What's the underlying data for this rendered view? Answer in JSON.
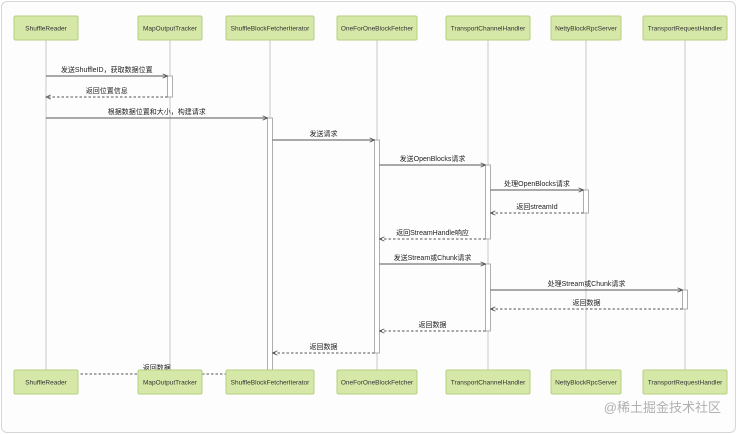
{
  "actors": [
    {
      "id": "sr",
      "name": "ShuffleReader"
    },
    {
      "id": "mot",
      "name": "MapOutputTracker"
    },
    {
      "id": "sbfi",
      "name": "ShuffleBlockFetcherIterator"
    },
    {
      "id": "oofbf",
      "name": "OneForOneBlockFetcher"
    },
    {
      "id": "tch",
      "name": "TransportChannelHandler"
    },
    {
      "id": "nbrs",
      "name": "NettyBlockRpcServer"
    },
    {
      "id": "trh",
      "name": "TransportRequestHandler"
    }
  ],
  "messages": [
    {
      "from": "sr",
      "to": "mot",
      "label": "发送ShuffleID，获取数据位置",
      "type": "call"
    },
    {
      "from": "mot",
      "to": "sr",
      "label": "返回位置信息",
      "type": "return"
    },
    {
      "from": "sr",
      "to": "sbfi",
      "label": "根据数据位置和大小，构建请求",
      "type": "call"
    },
    {
      "from": "sbfi",
      "to": "oofbf",
      "label": "发送请求",
      "type": "call"
    },
    {
      "from": "oofbf",
      "to": "tch",
      "label": "发送OpenBlocks请求",
      "type": "call"
    },
    {
      "from": "tch",
      "to": "nbrs",
      "label": "处理OpenBlocks请求",
      "type": "call"
    },
    {
      "from": "nbrs",
      "to": "tch",
      "label": "返回streamId",
      "type": "return"
    },
    {
      "from": "tch",
      "to": "oofbf",
      "label": "返回StreamHandle响应",
      "type": "return"
    },
    {
      "from": "oofbf",
      "to": "tch",
      "label": "发送Stream或Chunk请求",
      "type": "call"
    },
    {
      "from": "tch",
      "to": "trh",
      "label": "处理Stream或Chunk请求",
      "type": "call"
    },
    {
      "from": "trh",
      "to": "tch",
      "label": "返回数据",
      "type": "return"
    },
    {
      "from": "tch",
      "to": "oofbf",
      "label": "返回数据",
      "type": "return"
    },
    {
      "from": "oofbf",
      "to": "sbfi",
      "label": "返回数据",
      "type": "return"
    },
    {
      "from": "sbfi",
      "to": "sr",
      "label": "返回数据",
      "type": "return"
    }
  ],
  "watermark": "@稀土掘金技术社区"
}
